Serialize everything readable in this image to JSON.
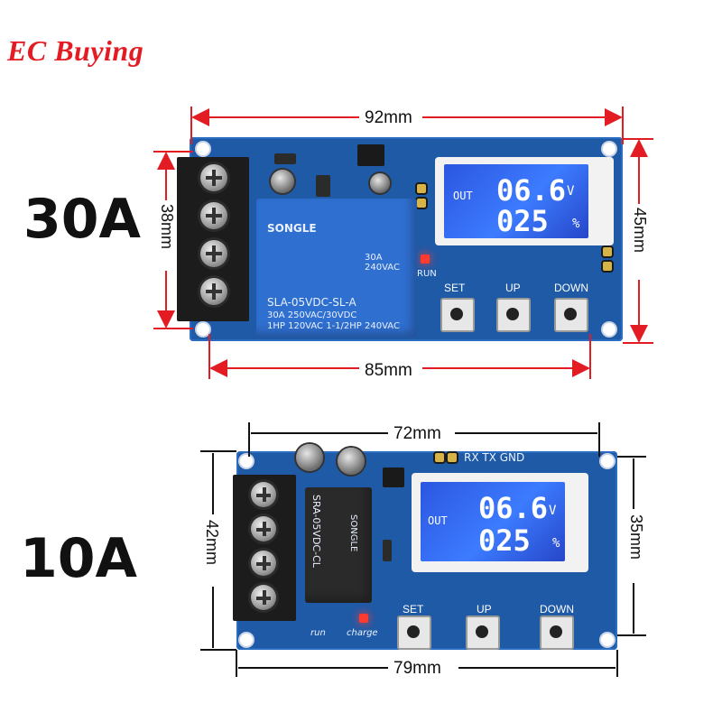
{
  "brand": {
    "text": "EC Buying",
    "color": "#e31b23"
  },
  "top": {
    "label": "30A",
    "dimensions": {
      "top": "92mm",
      "bottom": "85mm",
      "left": "38mm",
      "right": "45mm"
    },
    "relay": {
      "brand": "SONGLE",
      "model": "SLA-05VDC-SL-A",
      "rating_1": "30A 250VAC/30VDC",
      "rating_2": "1HP 120VAC 1-1/2HP 240VAC",
      "rating_3": "30A 240VAC"
    },
    "lcd": {
      "out": "OUT",
      "voltage": "06.6",
      "unit_v": "V",
      "percent": "025",
      "unit_pct": "%"
    },
    "buttons": {
      "set": "SET",
      "up": "UP",
      "down": "DOWN"
    },
    "silk": {
      "run": "RUN"
    }
  },
  "bottom": {
    "label": "10A",
    "dimensions": {
      "top": "72mm",
      "bottom": "79mm",
      "left": "42mm",
      "right": "35mm"
    },
    "header": "RX TX GND",
    "relay": {
      "model": "SRA-05VDC-CL",
      "brand": "SONGLE"
    },
    "lcd": {
      "out": "OUT",
      "voltage": "06.6",
      "unit_v": "V",
      "percent": "025",
      "unit_pct": "%"
    },
    "buttons": {
      "set": "SET",
      "up": "UP",
      "down": "DOWN"
    },
    "silk": {
      "run": "run",
      "charge": "charge"
    }
  },
  "colors": {
    "pcb": "#1f5aa6",
    "dimension_line": "#e31b23",
    "lcd_bg": "#3c7bff"
  },
  "icons": [
    "screw-terminal-icon",
    "capacitor-icon",
    "chip-icon",
    "red-led-icon",
    "push-button-icon"
  ]
}
